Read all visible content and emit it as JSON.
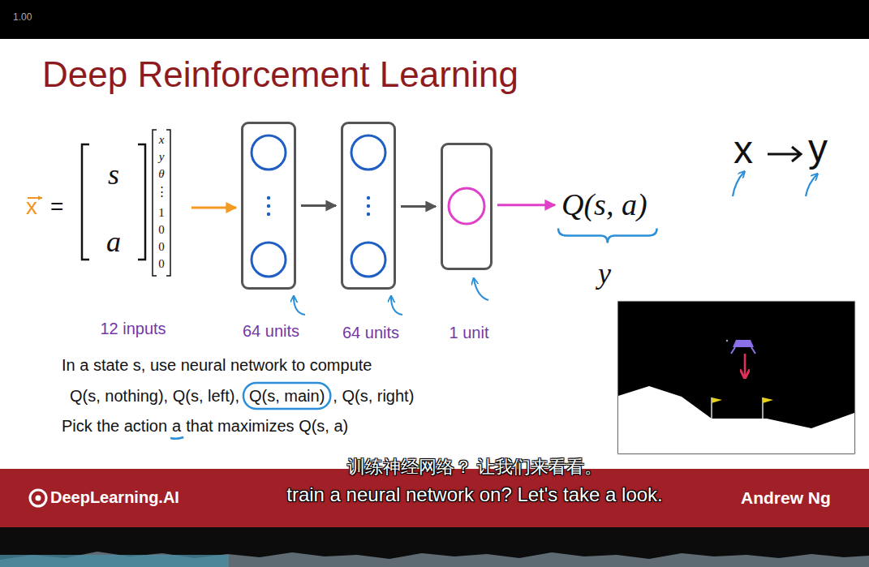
{
  "diagram": {
    "title": "Deep Reinforcement Learning",
    "nodes": [
      {
        "text": [
          "s",
          "a",
          "12 inputs"
        ]
      },
      {
        "text": [
          "64 units"
        ]
      },
      {
        "text": [
          "64 units"
        ]
      },
      {
        "text": [
          "1 unit"
        ]
      },
      {
        "text": [
          "Q(s, a)"
        ]
      }
    ],
    "edges": [
      {
        "from": 0,
        "to": 1,
        "arrow": "to"
      },
      {
        "from": 1,
        "to": 2,
        "arrow": "to"
      },
      {
        "from": 2,
        "to": 3,
        "arrow": "to"
      },
      {
        "from": 3,
        "to": 4,
        "arrow": "to"
      }
    ],
    "labels": [
      "1.00",
      "x",
      "=",
      "x",
      "y",
      "θ",
      "⋮",
      "1",
      "0",
      "0",
      "0",
      "y",
      "In a state s, use neural network to compute",
      "Q(s, nothing), Q(s, left),",
      "Q(s, main)",
      ", Q(s, right)",
      "Pick the action",
      "a",
      "that maximizes Q(s, a)",
      "x",
      "y",
      "DeepLearning.AI",
      "训练神经网络？ 让我们来看看。",
      "train a neural network on? Let's take a look.",
      "Andrew Ng"
    ]
  }
}
